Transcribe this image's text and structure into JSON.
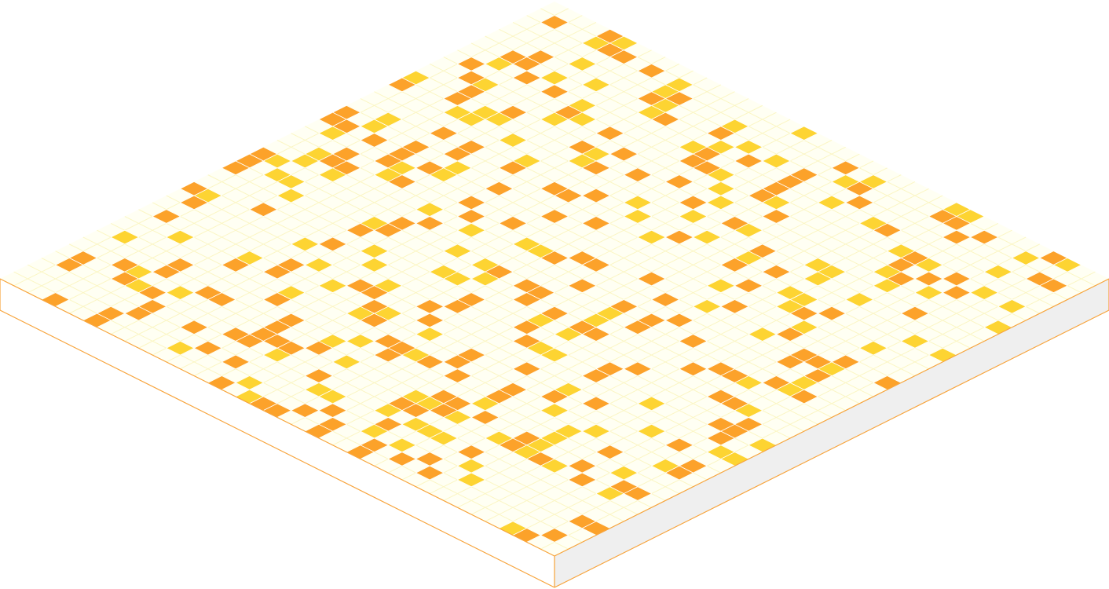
{
  "board": {
    "grid_size": 40,
    "palette": {
      "background": "#ffffff",
      "board_top": "#fffff3",
      "grid_line": "#fbf6c4",
      "edge_line": "#f7a238",
      "side_face": "#efefef",
      "tile_orange": "#fca22a",
      "tile_yellow": "#fdd432"
    },
    "cell_states": [
      "empty",
      "orange",
      "yellow"
    ],
    "seed": 73,
    "fill_probability": {
      "orange": 0.14,
      "yellow": 0.11
    }
  }
}
